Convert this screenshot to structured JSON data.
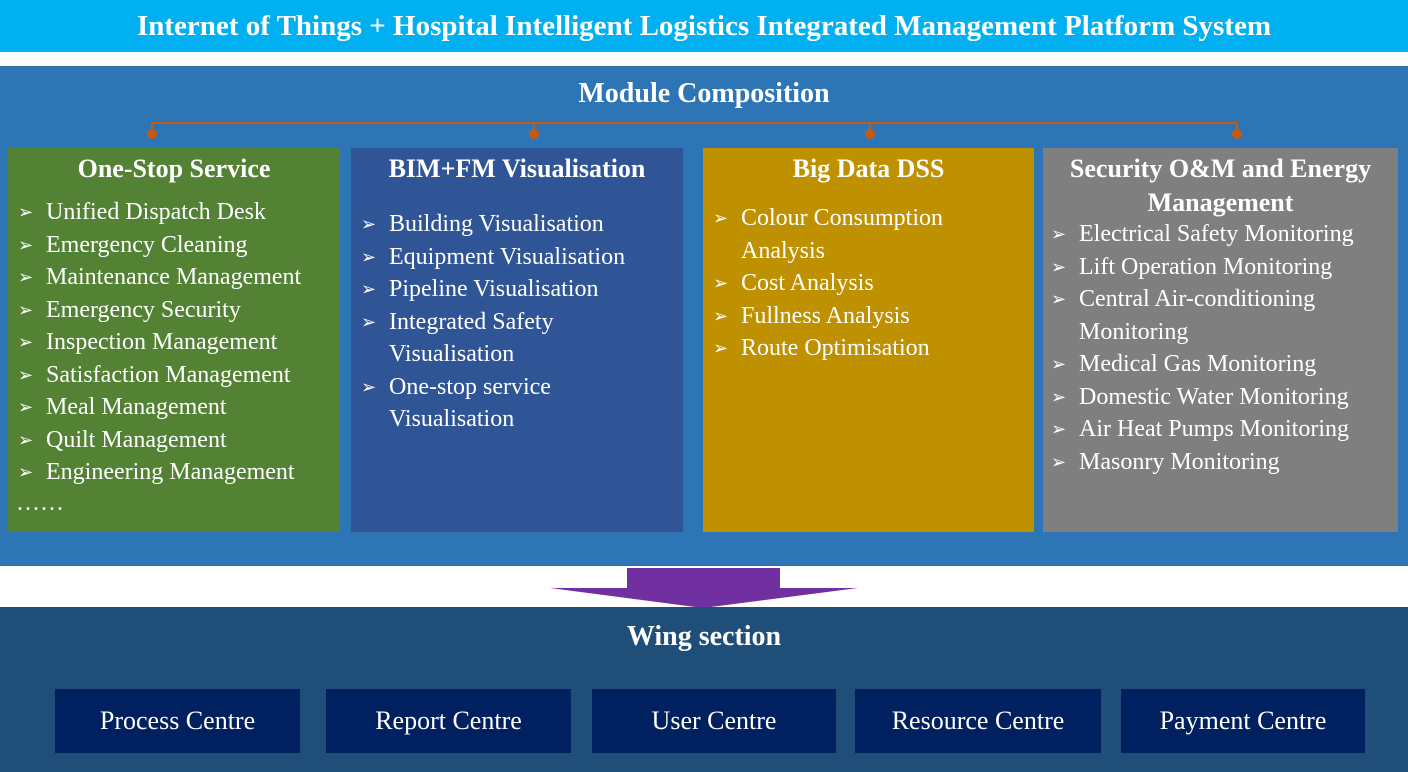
{
  "header": {
    "title": "Internet of Things + Hospital Intelligent Logistics Integrated Management Platform System"
  },
  "modules": {
    "title": "Module Composition",
    "columns": [
      {
        "title": "One-Stop Service",
        "color": "#548235",
        "items": [
          "Unified Dispatch Desk",
          "Emergency Cleaning",
          "Maintenance Management",
          "Emergency Security",
          "Inspection Management",
          "Satisfaction Management",
          "Meal Management",
          "Quilt Management",
          "Engineering Management"
        ],
        "more": "……"
      },
      {
        "title": "BIM+FM Visualisation",
        "color": "#2f5597",
        "items": [
          "Building Visualisation",
          "Equipment Visualisation",
          "Pipeline Visualisation",
          "Integrated Safety Visualisation",
          "One-stop service Visualisation"
        ]
      },
      {
        "title": "Big Data DSS",
        "color": "#bf9000",
        "items": [
          "Colour Consumption Analysis",
          "Cost Analysis",
          "Fullness Analysis",
          "Route Optimisation"
        ]
      },
      {
        "title": "Security O&M and Energy Management",
        "color": "#7f7f7f",
        "items": [
          "Electrical Safety Monitoring",
          "Lift Operation Monitoring",
          "Central Air-conditioning Monitoring",
          "Medical Gas Monitoring",
          "Domestic Water Monitoring",
          "Air Heat Pumps Monitoring",
          "Masonry Monitoring"
        ]
      }
    ]
  },
  "wing": {
    "title": "Wing section",
    "centres": [
      "Process Centre",
      "Report Centre",
      "User Centre",
      "Resource Centre",
      "Payment Centre"
    ]
  },
  "colors": {
    "title_bar": "#00b0f0",
    "module_panel": "#2e75b6",
    "connector": "#c55a11",
    "arrow": "#7030a0",
    "wing_panel": "#1f4e79",
    "centre_box": "#002060"
  }
}
